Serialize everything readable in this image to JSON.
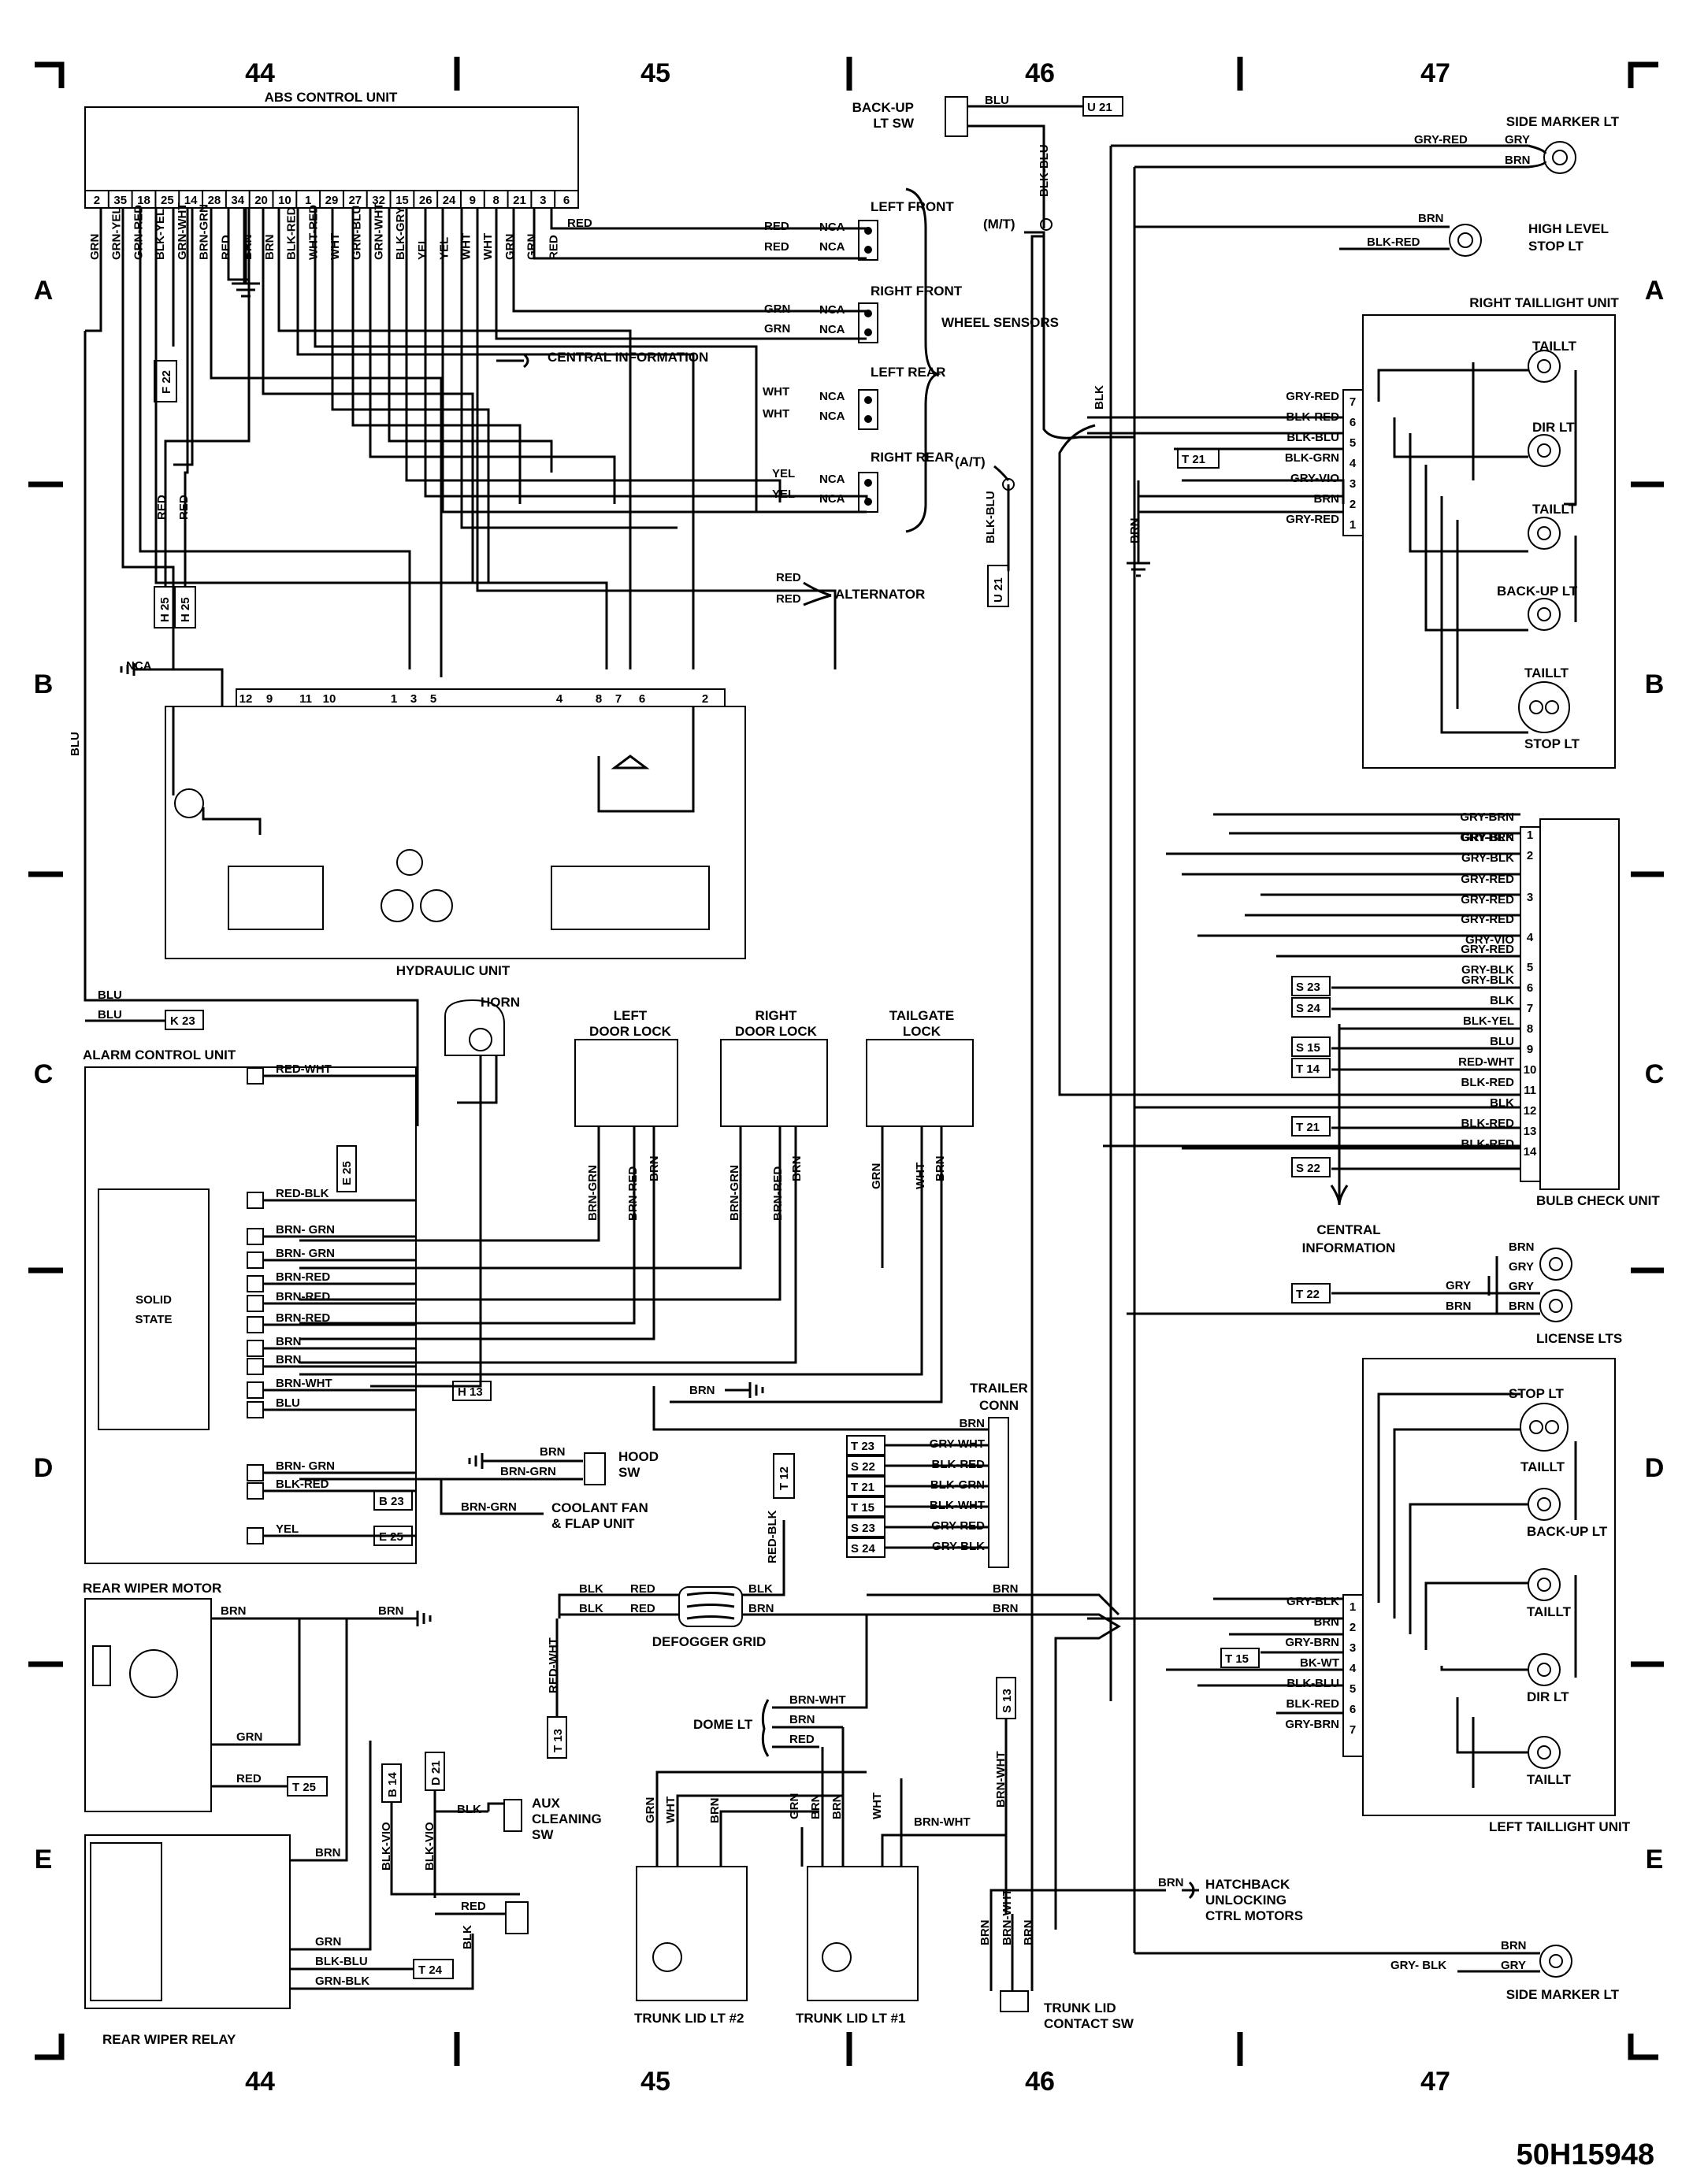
{
  "diagram_id": "50H15948",
  "grid": {
    "columns": [
      "44",
      "45",
      "46",
      "47"
    ],
    "rows": [
      "A",
      "B",
      "C",
      "D",
      "E"
    ]
  },
  "components": {
    "abs_control_unit": "ABS CONTROL UNIT",
    "abs_pins": [
      "2",
      "35",
      "18",
      "25",
      "14",
      "28",
      "34",
      "20",
      "10",
      "1",
      "29",
      "27",
      "32",
      "15",
      "26",
      "24",
      "9",
      "8",
      "21",
      "3",
      "6"
    ],
    "wheel_sensors": {
      "group": "WHEEL SENSORS",
      "left_front": "LEFT FRONT",
      "right_front": "RIGHT FRONT",
      "left_rear": "LEFT REAR",
      "right_rear": "RIGHT REAR",
      "nca": "NCA"
    },
    "central_information": "CENTRAL INFORMATION",
    "alternator": "ALTERNATOR",
    "hydraulic_unit": "HYDRAULIC UNIT",
    "hydraulic_pins": [
      "12",
      "9",
      "11",
      "10",
      "1",
      "3",
      "5",
      "4",
      "8",
      "7",
      "6",
      "2"
    ],
    "horn": "HORN",
    "alarm_control_unit": "ALARM CONTROL UNIT",
    "solid_state": [
      "SOLID",
      "STATE"
    ],
    "left_door_lock": [
      "LEFT",
      "DOOR LOCK"
    ],
    "right_door_lock": [
      "RIGHT",
      "DOOR  LOCK"
    ],
    "tailgate_lock": [
      "TAILGATE",
      "LOCK"
    ],
    "hood_sw": [
      "HOOD",
      "SW"
    ],
    "coolant_fan": [
      "COOLANT FAN",
      "& FLAP UNIT"
    ],
    "rear_wiper_motor": "REAR  WIPER MOTOR",
    "rear_wiper_relay": "REAR  WIPER RELAY",
    "aux_cleaning_sw": [
      "AUX",
      "CLEANING",
      "SW"
    ],
    "defogger_grid": "DEFOGGER GRID",
    "dome_lt": "DOME LT",
    "trunk_lid_lt_2": "TRUNK LID LT #2",
    "trunk_lid_lt_1": "TRUNK LID LT #1",
    "trunk_lid_contact_sw": [
      "TRUNK LID",
      "CONTACT SW"
    ],
    "trailer_conn": [
      "TRAILER",
      "CONN"
    ],
    "backup_lt_sw": [
      "BACK-UP",
      "LT SW"
    ],
    "mt": "(M/T)",
    "at": "(A/T)",
    "side_marker_lt": "SIDE MARKER LT",
    "high_level_stop_lt": [
      "HIGH LEVEL",
      "STOP LT"
    ],
    "right_taillight_unit": "RIGHT  TAILLIGHT UNIT",
    "left_taillight_unit": "LEFT TAILLIGHT UNIT",
    "bulb_check_unit": "BULB CHECK UNIT",
    "central_information_2": [
      "CENTRAL",
      "INFORMATION"
    ],
    "license_lts": "LICENSE  LTS",
    "hatchback": [
      "HATCHBACK",
      "UNLOCKING",
      "CTRL MOTORS"
    ],
    "lamps": {
      "taillt": "TAILLT",
      "dir_lt": "DIR LT",
      "backup_lt": "BACK-UP LT",
      "stop_lt": "STOP LT"
    }
  },
  "references": [
    "U 21",
    "F 22",
    "H 25",
    "K 23",
    "E 25",
    "H 13",
    "B 23",
    "T 25",
    "T 24",
    "B 14",
    "D 21",
    "T 12",
    "T 13",
    "S 13",
    "T 21",
    "S 23",
    "S 24",
    "S 15",
    "T 14",
    "S 22",
    "T 22",
    "T 23",
    "T 15",
    "S 23",
    "S 24",
    "T 15"
  ],
  "abs_wires": [
    "GRN",
    "GRN-YEL",
    "GRN-RED",
    "BLK-YEL",
    "GRN-WHT",
    "BRN-GRN",
    "RED",
    "BRN",
    "BRN",
    "BLK-RED",
    "WHT-RED",
    "WHT",
    "GRN-BLU",
    "GRN-WHT",
    "BLK-GRY",
    "YEL",
    "YEL",
    "WHT",
    "WHT",
    "GRN",
    "GRN",
    "RED"
  ],
  "bulb_check_rows": [
    {
      "pin": "1",
      "wires": [
        "GRY-BRN",
        "GRY-BRN"
      ]
    },
    {
      "pin": "2",
      "wires": [
        "GRY-BLK",
        "GRY-BLK"
      ]
    },
    {
      "pin": "3",
      "wires": [
        "GRY-RED",
        "GRY-RED"
      ]
    },
    {
      "pin": "4",
      "wires": [
        "GRY-RED",
        "GRY-VIO"
      ]
    },
    {
      "pin": "5",
      "wires": [
        "GRY-RED",
        "GRY-BLK"
      ]
    },
    {
      "pin": "6",
      "wires": [
        "GRY-BLK"
      ]
    },
    {
      "pin": "7",
      "wires": [
        "BLK"
      ]
    },
    {
      "pin": "8",
      "wires": [
        "BLK-YEL"
      ]
    },
    {
      "pin": "9",
      "wires": [
        "BLU"
      ]
    },
    {
      "pin": "10",
      "wires": [
        "RED-WHT"
      ]
    },
    {
      "pin": "11",
      "wires": [
        "BLK-RED"
      ]
    },
    {
      "pin": "12",
      "wires": [
        "BLK"
      ]
    },
    {
      "pin": "13",
      "wires": [
        "BLK-RED"
      ]
    },
    {
      "pin": "14",
      "wires": [
        "BLK-RED"
      ]
    }
  ],
  "right_taillight_rows": [
    {
      "pin": "7",
      "wire": "GRY-RED"
    },
    {
      "pin": "6",
      "wire": "BLK-RED"
    },
    {
      "pin": "5",
      "wire": "BLK-BLU"
    },
    {
      "pin": "4",
      "wire": "BLK-GRN"
    },
    {
      "pin": "3",
      "wire": "GRY-VIO"
    },
    {
      "pin": "2",
      "wire": "BRN"
    },
    {
      "pin": "1",
      "wire": "GRY-RED"
    }
  ],
  "left_taillight_rows": [
    {
      "pin": "1",
      "wire": "GRY-BLK"
    },
    {
      "pin": "2",
      "wire": "BRN"
    },
    {
      "pin": "3",
      "wire": "GRY-BRN"
    },
    {
      "pin": "4",
      "wire": "BK-WT"
    },
    {
      "pin": "5",
      "wire": "BLK-BLU"
    },
    {
      "pin": "6",
      "wire": "BLK-RED"
    },
    {
      "pin": "7",
      "wire": "GRY-BRN"
    }
  ],
  "trailer_rows": [
    "BRN",
    "GRY-WHT",
    "BLK-RED",
    "BLK-GRN",
    "BLK-WHT",
    "GRY-RED",
    "GRY-BLK"
  ],
  "alarm_rows": [
    "RED-WHT",
    "RED-BLK",
    "BRN- GRN",
    "BRN- GRN",
    "BRN-RED",
    "BRN-RED",
    "BRN-RED",
    "BRN",
    "BRN",
    "BRN-WHT",
    "BLU",
    "BRN- GRN",
    "BLK-RED",
    "YEL"
  ]
}
